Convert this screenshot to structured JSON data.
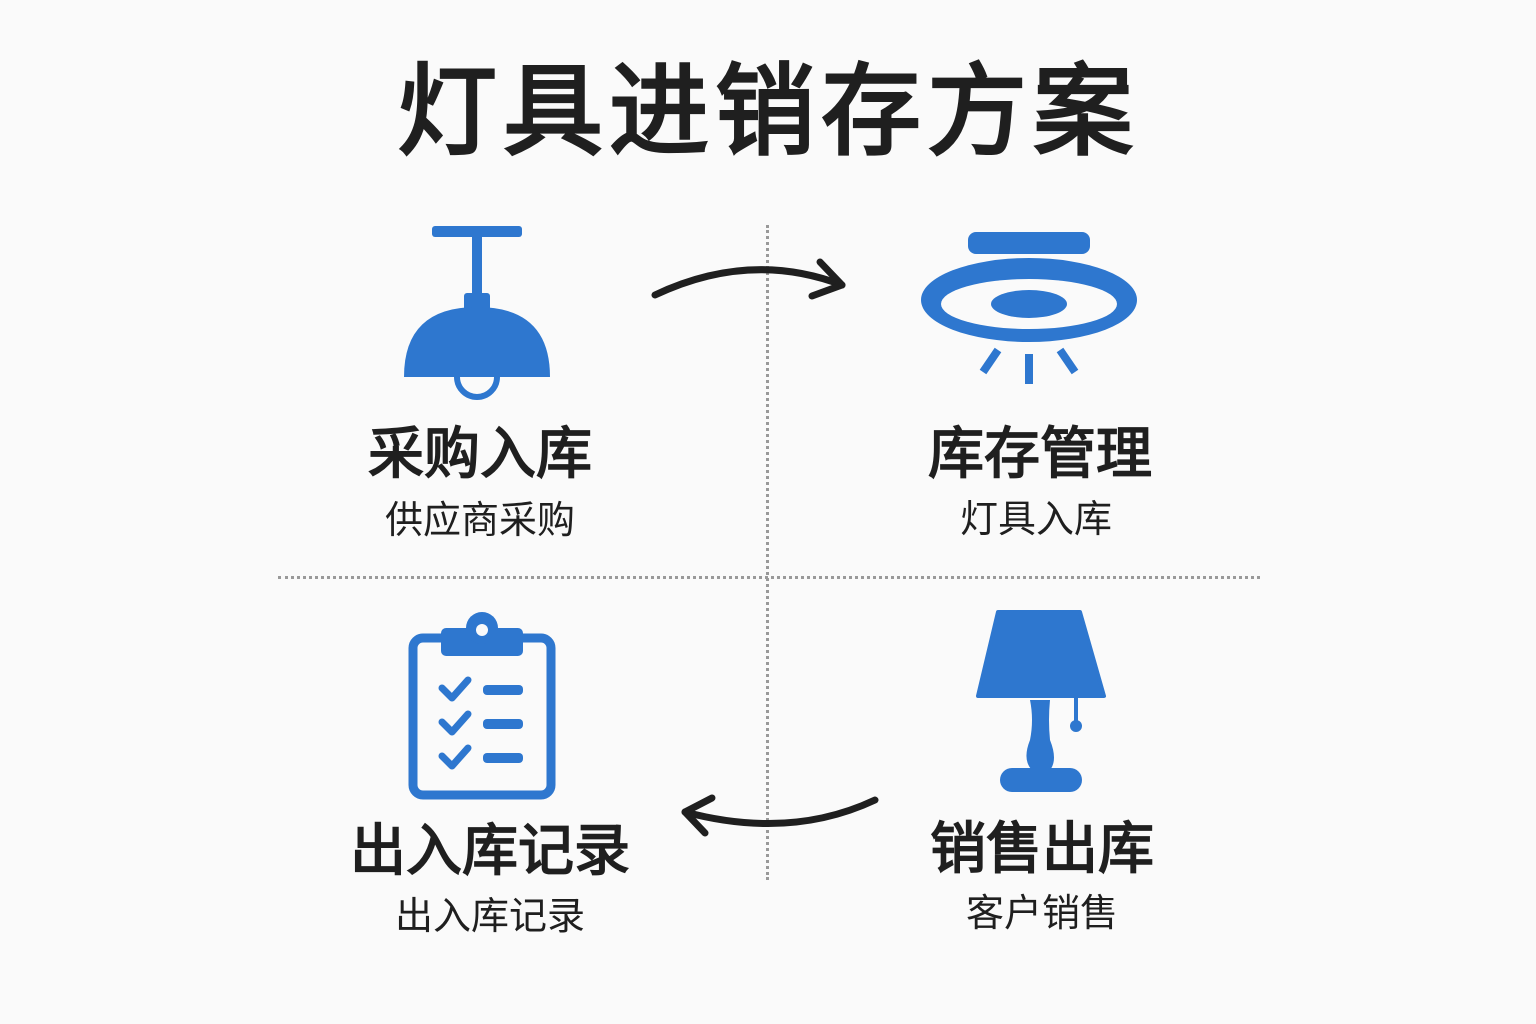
{
  "title": "灯具进销存方案",
  "colors": {
    "icon": "#2e77cf",
    "arrow": "#1f1f1f",
    "divider": "#999999"
  },
  "quadrants": [
    {
      "icon": "pendant-lamp-icon",
      "label": "采购入库",
      "sub": "供应商采购"
    },
    {
      "icon": "ceiling-light-icon",
      "label": "库存管理",
      "sub": "灯具入库"
    },
    {
      "icon": "clipboard-checklist-icon",
      "label": "出入库记录",
      "sub": "出入库记录"
    },
    {
      "icon": "table-lamp-icon",
      "label": "销售出库",
      "sub": "客户销售"
    }
  ]
}
